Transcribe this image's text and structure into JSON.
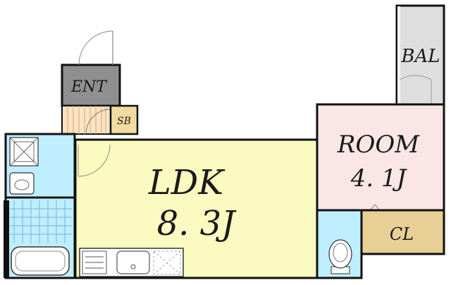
{
  "rooms": {
    "ldk": {
      "name": "LDK",
      "size": "8. 3J"
    },
    "room": {
      "name": "ROOM",
      "size": "4. 1J"
    },
    "balcony": {
      "name": "BAL"
    },
    "entrance": {
      "name": "ENT"
    },
    "shoe_box": {
      "name": "SB"
    },
    "closet": {
      "name": "CL"
    }
  },
  "colors": {
    "ldk_fill": "#fbfac0",
    "room_fill": "#fbe6e6",
    "balcony_fill": "#dedede",
    "entrance_fill": "#8f8f8f",
    "entrance_floor_fill": "#fbe4c4",
    "shoe_box_fill": "#f2dba0",
    "closet_fill": "#e7cf96",
    "wet_area_fill": "#bfeeff",
    "wall": "#111111"
  }
}
